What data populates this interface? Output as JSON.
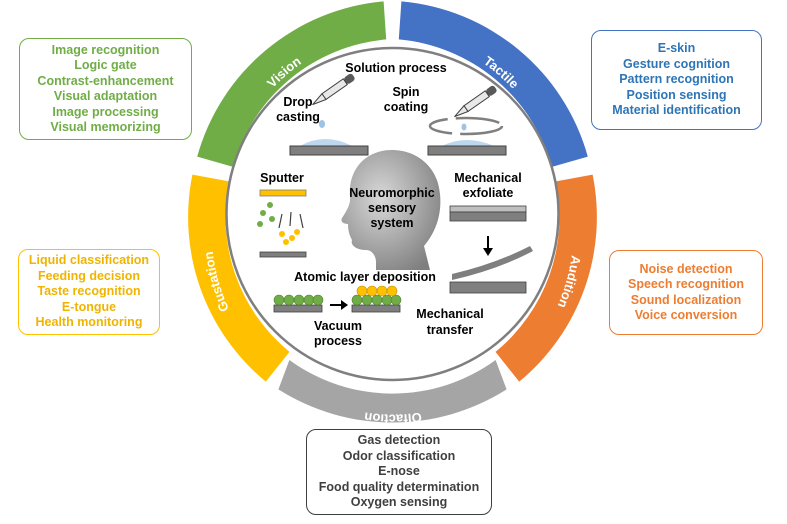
{
  "center": {
    "title_lines": [
      "Neuromorphic",
      "sensory",
      "system"
    ]
  },
  "processes": {
    "solution_process": "Solution process",
    "drop_casting": [
      "Drop",
      "casting"
    ],
    "spin_coating": [
      "Spin",
      "coating"
    ],
    "sputter": "Sputter",
    "mechanical_exfoliate": [
      "Mechanical",
      "exfoliate"
    ],
    "atomic_layer_deposition": "Atomic layer deposition",
    "vacuum_process": [
      "Vacuum",
      "process"
    ],
    "mechanical_transfer": [
      "Mechanical",
      "transfer"
    ]
  },
  "senses": [
    {
      "id": "vision",
      "label": "Vision",
      "color": "#70AD47",
      "applications": [
        "Image recognition",
        "Logic gate",
        "Contrast-enhancement",
        "Visual adaptation",
        "Image processing",
        "Visual memorizing"
      ]
    },
    {
      "id": "tactile",
      "label": "Tactile",
      "color": "#4472C4",
      "text_color": "#2E75B6",
      "applications": [
        "E-skin",
        "Gesture cognition",
        "Pattern recognition",
        "Position sensing",
        "Material identification"
      ]
    },
    {
      "id": "audition",
      "label": "Audition",
      "color": "#ED7D31",
      "applications": [
        "Noise detection",
        "Speech recognition",
        "Sound localization",
        "Voice conversion"
      ]
    },
    {
      "id": "olfaction",
      "label": "Olfaction",
      "color": "#A5A5A5",
      "text_color": "#3F3F3F",
      "applications": [
        "Gas detection",
        "Odor classification",
        "E-nose",
        "Food quality determination",
        "Oxygen sensing"
      ]
    },
    {
      "id": "gustation",
      "label": "Gustation",
      "color": "#FFC000",
      "text_color": "#F0B400",
      "applications": [
        "Liquid classification",
        "Feeding decision",
        "Taste recognition",
        "E-tongue",
        "Health monitoring"
      ]
    }
  ]
}
